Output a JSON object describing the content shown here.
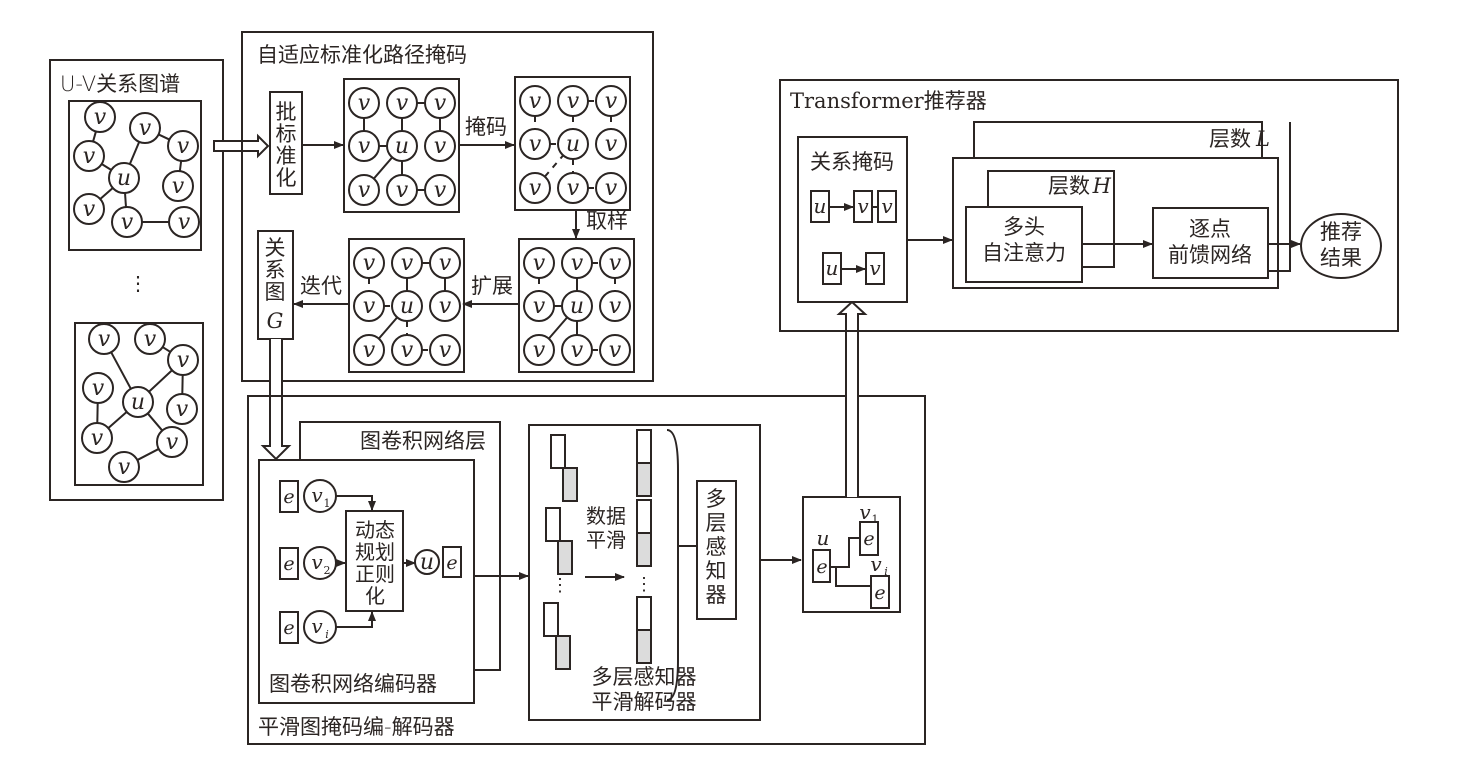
{
  "diagram": {
    "colors": {
      "stroke": "#2b2523",
      "fill_gray": "#dcdcdc",
      "background": "#ffffff"
    },
    "uv_graph": {
      "title": "U-V关系图谱",
      "user_node": "u",
      "item_node": "v",
      "ellipsis": "⋮"
    },
    "adaptive_mask": {
      "title": "自适应标准化路径掩码",
      "batch_norm": "批标准化",
      "mask_label": "掩码",
      "sample_label": "取样",
      "expand_label": "扩展",
      "iterate_label": "迭代",
      "relation_graph": "关系图",
      "relation_graph_symbol": "G"
    },
    "smooth_codec": {
      "title": "平滑图掩码编-解码器",
      "gcn_layer": "图卷积网络层",
      "gcn_encoder": "图卷积网络编码器",
      "dp_regularization": [
        "动态",
        "规划",
        "正则",
        "化"
      ],
      "embed": "e",
      "inputs": [
        {
          "node": "v",
          "sub": "1"
        },
        {
          "node": "v",
          "sub": "2"
        },
        {
          "node": "v",
          "sub": "i"
        }
      ],
      "output_node": "u",
      "data_smoothing": [
        "数据",
        "平滑"
      ],
      "mlp": "多层感知器",
      "mlp_decoder": [
        "多层感知器",
        "平滑解码器"
      ],
      "ellipsis": "⋮"
    },
    "embedding_box": {
      "user": "u",
      "items": [
        {
          "node": "v",
          "sub": "1"
        },
        {
          "node": "v",
          "sub": "i"
        }
      ],
      "embed": "e"
    },
    "transformer": {
      "title": "Transformer推荐器",
      "relation_mask": "关系掩码",
      "mask_rows": [
        [
          "u",
          "v",
          "v"
        ],
        [
          "u",
          "v"
        ]
      ],
      "layers_L": "层数",
      "layers_L_symbol": "L",
      "layers_H": "层数",
      "layers_H_symbol": "H",
      "multihead": [
        "多头",
        "自注意力"
      ],
      "ffn": [
        "逐点",
        "前馈网络"
      ],
      "result": [
        "推荐",
        "结果"
      ]
    }
  }
}
